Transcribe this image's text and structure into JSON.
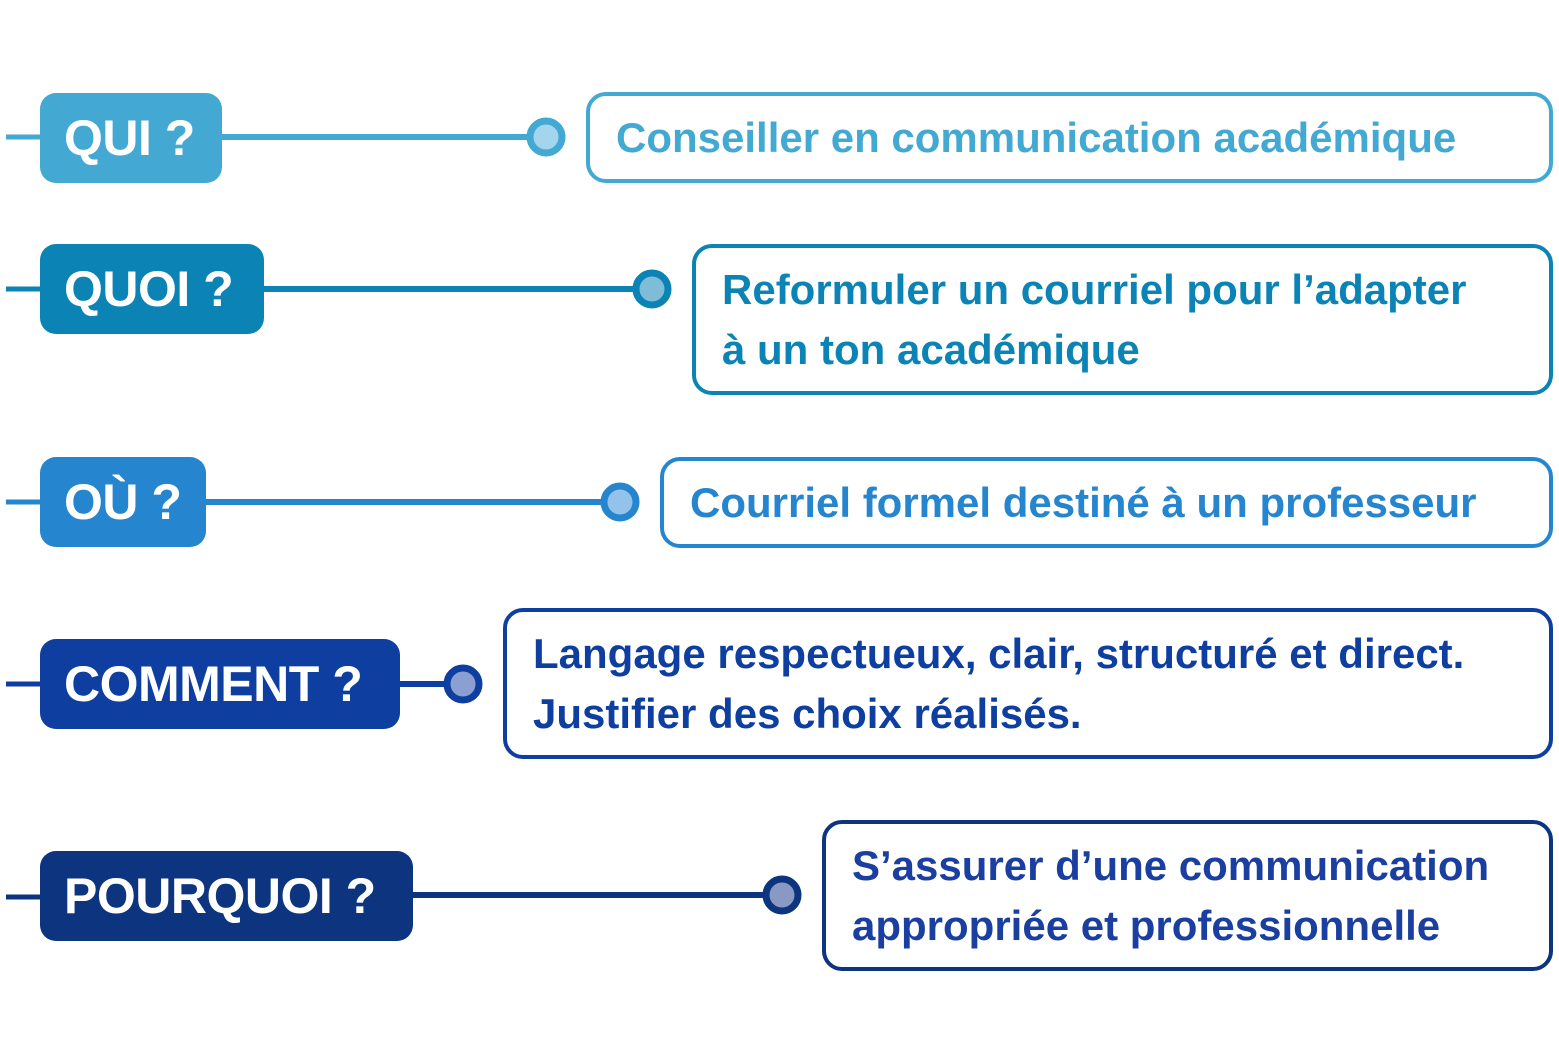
{
  "rows": [
    {
      "label": "QUI ?",
      "answer": "Conseiller en communication académique",
      "color": "#43a9d3",
      "dot": "#a3d6ec"
    },
    {
      "label": "QUOI ?",
      "answer": "Reformuler un courriel pour l’adapter\nà un ton académique",
      "color": "#0b84b5",
      "dot": "#7fbcd8"
    },
    {
      "label": "OÙ ?",
      "answer": "Courriel formel destiné à un professeur",
      "color": "#2585cf",
      "dot": "#93c2ea"
    },
    {
      "label": "COMMENT ?",
      "answer": "Langage respectueux, clair, structuré et direct.\nJustifier des choix réalisés.",
      "color": "#0e3fa0",
      "dot": "#8c9fd3"
    },
    {
      "label": "POURQUOI ?",
      "answer": "S’assurer d’une communication\nappropriée et professionnelle",
      "color": "#0c347f",
      "dot": "#8a98c4"
    }
  ]
}
